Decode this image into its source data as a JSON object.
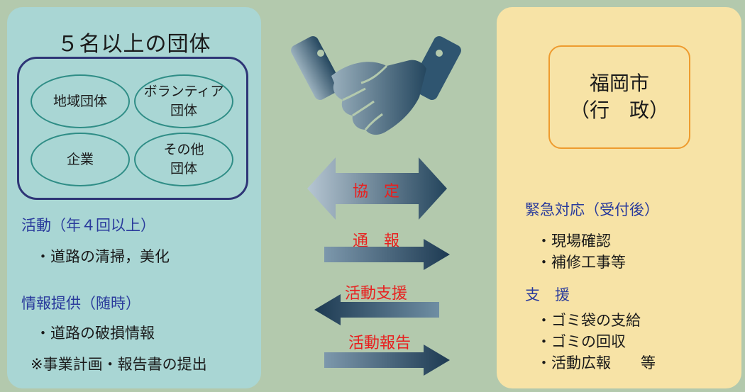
{
  "group": {
    "title": "５名以上の団体",
    "members": [
      "地域団体",
      "ボランティア\n団体",
      "企業",
      "その他\n団体"
    ],
    "activity_heading": "活動（年４回以上）",
    "activity_items": [
      "・道路の清掃，美化"
    ],
    "info_heading": "情報提供（随時）",
    "info_items": [
      "・道路の破損情報"
    ],
    "note": "※事業計画・報告書の提出"
  },
  "city": {
    "name": "福岡市",
    "role": "（行　政）",
    "emergency_heading": "緊急対応（受付後）",
    "emergency_items": [
      "・現場確認",
      "・補修工事等"
    ],
    "support_heading": "支　援",
    "support_items": [
      "・ゴミ袋の支給",
      "・ゴミの回収",
      "・活動広報　　等"
    ]
  },
  "arrows": {
    "agreement": "協　定",
    "report_notice": "通　報",
    "activity_support": "活動支援",
    "activity_report": "活動報告"
  },
  "icons": {
    "center": "handshake-icon"
  },
  "colors": {
    "background": "#b3c9ad",
    "group_panel": "#a9d6d4",
    "city_panel": "#f7e3a6",
    "heading_blue": "#2a3b9c",
    "arrow_label_red": "#e8201f",
    "arrow_dark": "#1d3a52"
  }
}
